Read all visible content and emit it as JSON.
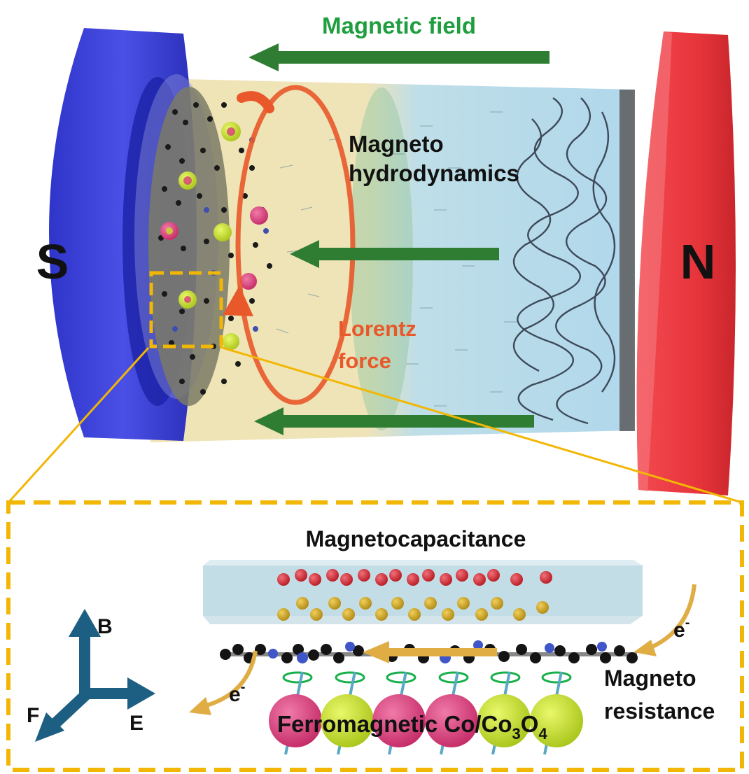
{
  "labels": {
    "magnetic_field": "Magnetic field",
    "magneto_hydro_line1": "Magneto",
    "magneto_hydro_line2": "hydrodynamics",
    "south_pole": "S",
    "north_pole": "N",
    "lorentz_line1": "Lorentz",
    "lorentz_line2": "force",
    "magnetocapacitance": "Magnetocapacitance",
    "electron_right": "e",
    "electron_left": "e",
    "electron_sup": "-",
    "magneto_res_line1": "Magneto",
    "magneto_res_line2": "resistance",
    "ferro_prefix": "Ferromagnetic Co/Co",
    "ferro_sub1": "3",
    "ferro_mid": "O",
    "ferro_sub2": "4",
    "axis_b": "B",
    "axis_e": "E",
    "axis_f": "F"
  },
  "colors": {
    "south_magnet": "#3a3fd6",
    "north_magnet": "#e83a40",
    "field_arrow": "#2e7d32",
    "field_label": "#1e9e3e",
    "lorentz": "#e8582a",
    "highlight_box": "#f2b705",
    "electron_arrow": "#e0ad45",
    "axis_arrow": "#1d5f82",
    "particle_pink": "#d83c78",
    "particle_green": "#c5e028",
    "ion_red": "#d8262e",
    "ion_yellow": "#cfa21e"
  },
  "icons": {
    "axis": "coordinate-axes-icon",
    "spin": "spin-rotation-icon"
  }
}
